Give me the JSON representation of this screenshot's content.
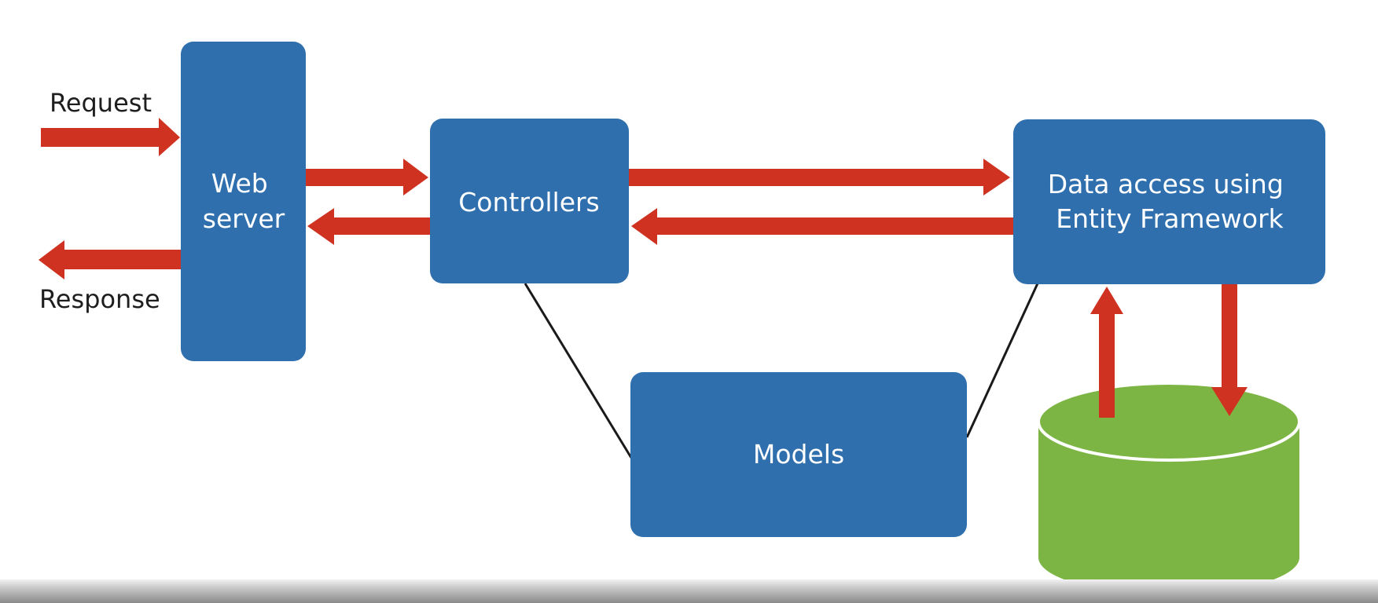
{
  "colors": {
    "box": "#2f6fad",
    "arrow": "#cf3220",
    "database": "#7db544"
  },
  "labels": {
    "request": "Request",
    "response": "Response"
  },
  "nodes": {
    "web_server": [
      "Web",
      "server"
    ],
    "controllers": [
      "Controllers"
    ],
    "data_access": [
      "Data access using",
      "Entity Framework"
    ],
    "models": [
      "Models"
    ]
  }
}
